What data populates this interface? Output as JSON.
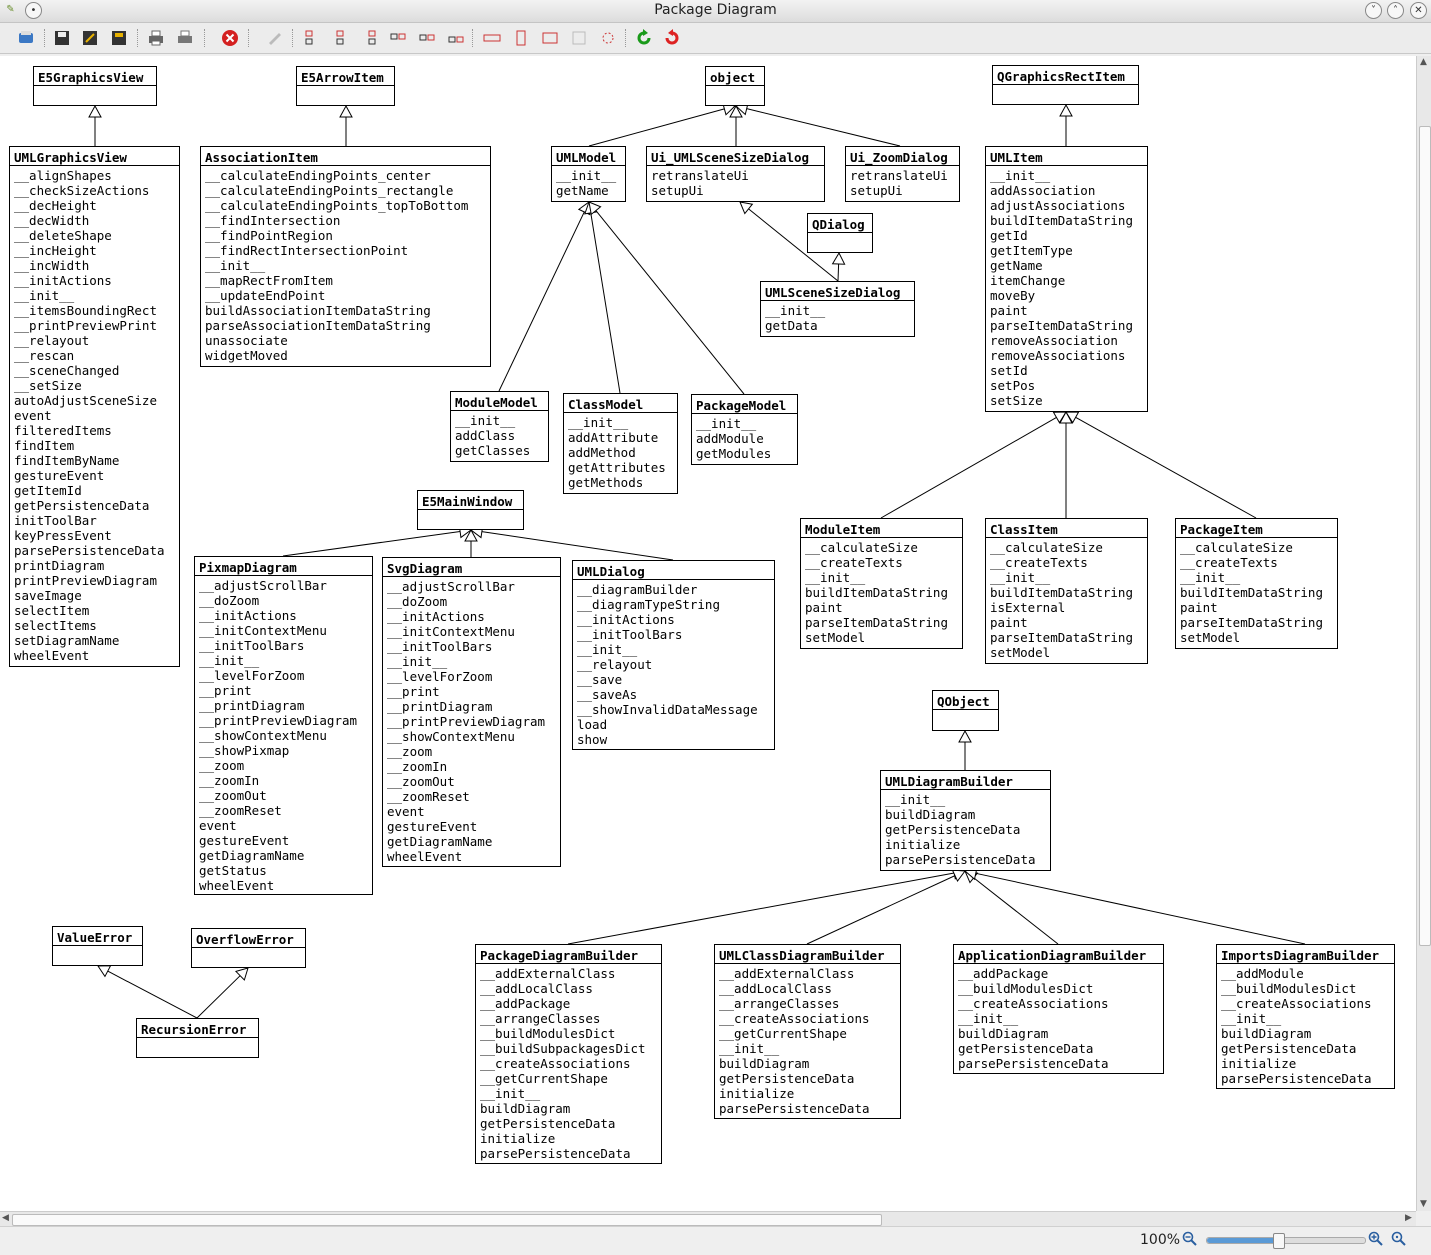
{
  "window": {
    "title": "Package Diagram"
  },
  "toolbar": {
    "icons": [
      "print-preview-icon",
      "save-icon",
      "save-as-icon",
      "save-diagram-icon",
      "print-icon",
      "print-setup-icon",
      "close-icon",
      "delete-shape-icon",
      "align-left-icon",
      "align-center-horizontal-icon",
      "align-right-icon",
      "align-top-icon",
      "align-center-vertical-icon",
      "align-bottom-icon",
      "resize-width-icon",
      "resize-height-icon",
      "resize-icon",
      "arrange-icon",
      "rescan-icon",
      "relayout-icon",
      "reload-icon"
    ]
  },
  "status": {
    "zoom_label": "100%",
    "zoom_level_fraction": 0.45
  },
  "diagram": {
    "classes": [
      {
        "id": "E5GraphicsView",
        "name": "E5GraphicsView",
        "methods": []
      },
      {
        "id": "E5ArrowItem",
        "name": "E5ArrowItem",
        "methods": []
      },
      {
        "id": "object",
        "name": "object",
        "methods": []
      },
      {
        "id": "QGraphicsRectItem",
        "name": "QGraphicsRectItem",
        "methods": []
      },
      {
        "id": "UMLGraphicsView",
        "name": "UMLGraphicsView",
        "methods": [
          "__alignShapes",
          "__checkSizeActions",
          "__decHeight",
          "__decWidth",
          "__deleteShape",
          "__incHeight",
          "__incWidth",
          "__initActions",
          "__init__",
          "__itemsBoundingRect",
          "__printPreviewPrint",
          "__relayout",
          "__rescan",
          "__sceneChanged",
          "__setSize",
          "autoAdjustSceneSize",
          "event",
          "filteredItems",
          "findItem",
          "findItemByName",
          "gestureEvent",
          "getItemId",
          "getPersistenceData",
          "initToolBar",
          "keyPressEvent",
          "parsePersistenceData",
          "printDiagram",
          "printPreviewDiagram",
          "saveImage",
          "selectItem",
          "selectItems",
          "setDiagramName",
          "wheelEvent"
        ]
      },
      {
        "id": "AssociationItem",
        "name": "AssociationItem",
        "methods": [
          "__calculateEndingPoints_center",
          "__calculateEndingPoints_rectangle",
          "__calculateEndingPoints_topToBottom",
          "__findIntersection",
          "__findPointRegion",
          "__findRectIntersectionPoint",
          "__init__",
          "__mapRectFromItem",
          "__updateEndPoint",
          "buildAssociationItemDataString",
          "parseAssociationItemDataString",
          "unassociate",
          "widgetMoved"
        ]
      },
      {
        "id": "UMLModel",
        "name": "UMLModel",
        "methods": [
          "__init__",
          "getName"
        ]
      },
      {
        "id": "Ui_UMLSceneSizeDialog",
        "name": "Ui_UMLSceneSizeDialog",
        "methods": [
          "retranslateUi",
          "setupUi"
        ]
      },
      {
        "id": "Ui_ZoomDialog",
        "name": "Ui_ZoomDialog",
        "methods": [
          "retranslateUi",
          "setupUi"
        ]
      },
      {
        "id": "UMLItem",
        "name": "UMLItem",
        "methods": [
          "__init__",
          "addAssociation",
          "adjustAssociations",
          "buildItemDataString",
          "getId",
          "getItemType",
          "getName",
          "itemChange",
          "moveBy",
          "paint",
          "parseItemDataString",
          "removeAssociation",
          "removeAssociations",
          "setId",
          "setPos",
          "setSize"
        ]
      },
      {
        "id": "QDialog",
        "name": "QDialog",
        "methods": []
      },
      {
        "id": "UMLSceneSizeDialog",
        "name": "UMLSceneSizeDialog",
        "methods": [
          "__init__",
          "getData"
        ]
      },
      {
        "id": "ModuleModel",
        "name": "ModuleModel",
        "methods": [
          "__init__",
          "addClass",
          "getClasses"
        ]
      },
      {
        "id": "ClassModel",
        "name": "ClassModel",
        "methods": [
          "__init__",
          "addAttribute",
          "addMethod",
          "getAttributes",
          "getMethods"
        ]
      },
      {
        "id": "PackageModel",
        "name": "PackageModel",
        "methods": [
          "__init__",
          "addModule",
          "getModules"
        ]
      },
      {
        "id": "E5MainWindow",
        "name": "E5MainWindow",
        "methods": []
      },
      {
        "id": "ModuleItem",
        "name": "ModuleItem",
        "methods": [
          "__calculateSize",
          "__createTexts",
          "__init__",
          "buildItemDataString",
          "paint",
          "parseItemDataString",
          "setModel"
        ]
      },
      {
        "id": "ClassItem",
        "name": "ClassItem",
        "methods": [
          "__calculateSize",
          "__createTexts",
          "__init__",
          "buildItemDataString",
          "isExternal",
          "paint",
          "parseItemDataString",
          "setModel"
        ]
      },
      {
        "id": "PackageItem",
        "name": "PackageItem",
        "methods": [
          "__calculateSize",
          "__createTexts",
          "__init__",
          "buildItemDataString",
          "paint",
          "parseItemDataString",
          "setModel"
        ]
      },
      {
        "id": "PixmapDiagram",
        "name": "PixmapDiagram",
        "methods": [
          "__adjustScrollBar",
          "__doZoom",
          "__initActions",
          "__initContextMenu",
          "__initToolBars",
          "__init__",
          "__levelForZoom",
          "__print",
          "__printDiagram",
          "__printPreviewDiagram",
          "__showContextMenu",
          "__showPixmap",
          "__zoom",
          "__zoomIn",
          "__zoomOut",
          "__zoomReset",
          "event",
          "gestureEvent",
          "getDiagramName",
          "getStatus",
          "wheelEvent"
        ]
      },
      {
        "id": "SvgDiagram",
        "name": "SvgDiagram",
        "methods": [
          "__adjustScrollBar",
          "__doZoom",
          "__initActions",
          "__initContextMenu",
          "__initToolBars",
          "__init__",
          "__levelForZoom",
          "__print",
          "__printDiagram",
          "__printPreviewDiagram",
          "__showContextMenu",
          "__zoom",
          "__zoomIn",
          "__zoomOut",
          "__zoomReset",
          "event",
          "gestureEvent",
          "getDiagramName",
          "wheelEvent"
        ]
      },
      {
        "id": "UMLDialog",
        "name": "UMLDialog",
        "methods": [
          "__diagramBuilder",
          "__diagramTypeString",
          "__initActions",
          "__initToolBars",
          "__init__",
          "__relayout",
          "__save",
          "__saveAs",
          "__showInvalidDataMessage",
          "load",
          "show"
        ]
      },
      {
        "id": "QObject",
        "name": "QObject",
        "methods": []
      },
      {
        "id": "UMLDiagramBuilder",
        "name": "UMLDiagramBuilder",
        "methods": [
          "__init__",
          "buildDiagram",
          "getPersistenceData",
          "initialize",
          "parsePersistenceData"
        ]
      },
      {
        "id": "ValueError",
        "name": "ValueError",
        "methods": []
      },
      {
        "id": "OverflowError",
        "name": "OverflowError",
        "methods": []
      },
      {
        "id": "RecursionError",
        "name": "RecursionError",
        "methods": []
      },
      {
        "id": "PackageDiagramBuilder",
        "name": "PackageDiagramBuilder",
        "methods": [
          "__addExternalClass",
          "__addLocalClass",
          "__addPackage",
          "__arrangeClasses",
          "__buildModulesDict",
          "__buildSubpackagesDict",
          "__createAssociations",
          "__getCurrentShape",
          "__init__",
          "buildDiagram",
          "getPersistenceData",
          "initialize",
          "parsePersistenceData"
        ]
      },
      {
        "id": "UMLClassDiagramBuilder",
        "name": "UMLClassDiagramBuilder",
        "methods": [
          "__addExternalClass",
          "__addLocalClass",
          "__arrangeClasses",
          "__createAssociations",
          "__getCurrentShape",
          "__init__",
          "buildDiagram",
          "getPersistenceData",
          "initialize",
          "parsePersistenceData"
        ]
      },
      {
        "id": "ApplicationDiagramBuilder",
        "name": "ApplicationDiagramBuilder",
        "methods": [
          "__addPackage",
          "__buildModulesDict",
          "__createAssociations",
          "__init__",
          "buildDiagram",
          "getPersistenceData",
          "parsePersistenceData"
        ]
      },
      {
        "id": "ImportsDiagramBuilder",
        "name": "ImportsDiagramBuilder",
        "methods": [
          "__addModule",
          "__buildModulesDict",
          "__createAssociations",
          "__init__",
          "buildDiagram",
          "getPersistenceData",
          "initialize",
          "parsePersistenceData"
        ]
      }
    ],
    "inheritance": [
      [
        "UMLGraphicsView",
        "E5GraphicsView"
      ],
      [
        "AssociationItem",
        "E5ArrowItem"
      ],
      [
        "UMLModel",
        "object"
      ],
      [
        "Ui_UMLSceneSizeDialog",
        "object"
      ],
      [
        "Ui_ZoomDialog",
        "object"
      ],
      [
        "UMLItem",
        "QGraphicsRectItem"
      ],
      [
        "UMLSceneSizeDialog",
        "Ui_UMLSceneSizeDialog"
      ],
      [
        "UMLSceneSizeDialog",
        "QDialog"
      ],
      [
        "ModuleModel",
        "UMLModel"
      ],
      [
        "ClassModel",
        "UMLModel"
      ],
      [
        "PackageModel",
        "UMLModel"
      ],
      [
        "ModuleItem",
        "UMLItem"
      ],
      [
        "ClassItem",
        "UMLItem"
      ],
      [
        "PackageItem",
        "UMLItem"
      ],
      [
        "PixmapDiagram",
        "E5MainWindow"
      ],
      [
        "SvgDiagram",
        "E5MainWindow"
      ],
      [
        "UMLDialog",
        "E5MainWindow"
      ],
      [
        "UMLDiagramBuilder",
        "QObject"
      ],
      [
        "RecursionError",
        "ValueError"
      ],
      [
        "RecursionError",
        "OverflowError"
      ],
      [
        "PackageDiagramBuilder",
        "UMLDiagramBuilder"
      ],
      [
        "UMLClassDiagramBuilder",
        "UMLDiagramBuilder"
      ],
      [
        "ApplicationDiagramBuilder",
        "UMLDiagramBuilder"
      ],
      [
        "ImportsDiagramBuilder",
        "UMLDiagramBuilder"
      ]
    ]
  }
}
